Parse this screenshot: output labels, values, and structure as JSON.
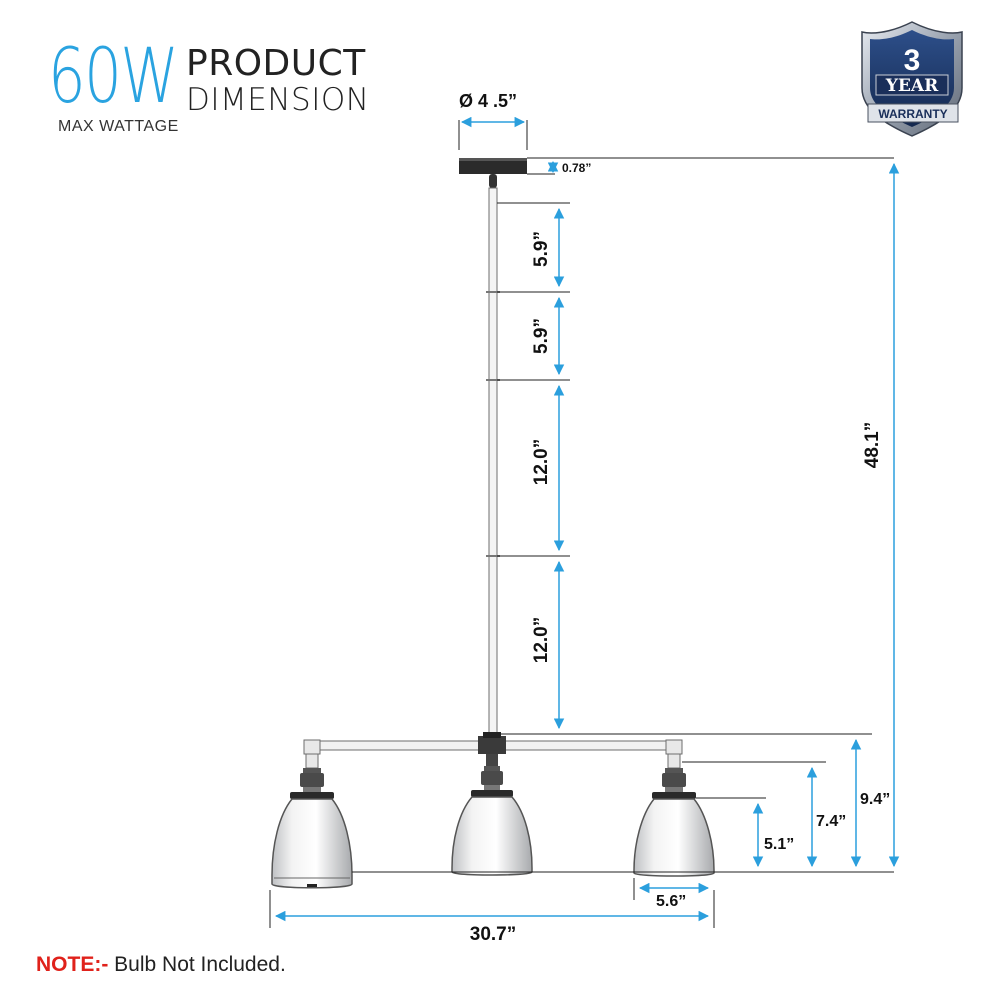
{
  "header": {
    "wattage": "60W",
    "wattage_label": "MAX WATTAGE",
    "title_line1": "PRODUCT",
    "title_line2": "DIMENSION"
  },
  "badge": {
    "number": "3",
    "year": "YEAR",
    "warranty": "WARRANTY"
  },
  "dimensions": {
    "canopy_diameter": "Ø 4 .5”",
    "canopy_height": "0.78”",
    "rod_1": "5.9”",
    "rod_2": "5.9”",
    "rod_3": "12.0”",
    "rod_4": "12.0”",
    "overall_height": "48.1”",
    "arm_height": "9.4”",
    "socket_height": "7.4”",
    "shade_height": "5.1”",
    "shade_width": "5.6”",
    "overall_width": "30.7”"
  },
  "note": {
    "label": "NOTE:-",
    "text": "Bulb Not Included."
  },
  "colors": {
    "accent_blue": "#2aa3e0",
    "dimension_blue": "#2b9fdd",
    "note_red": "#e0221b",
    "badge_blue": "#1e3a6e"
  }
}
